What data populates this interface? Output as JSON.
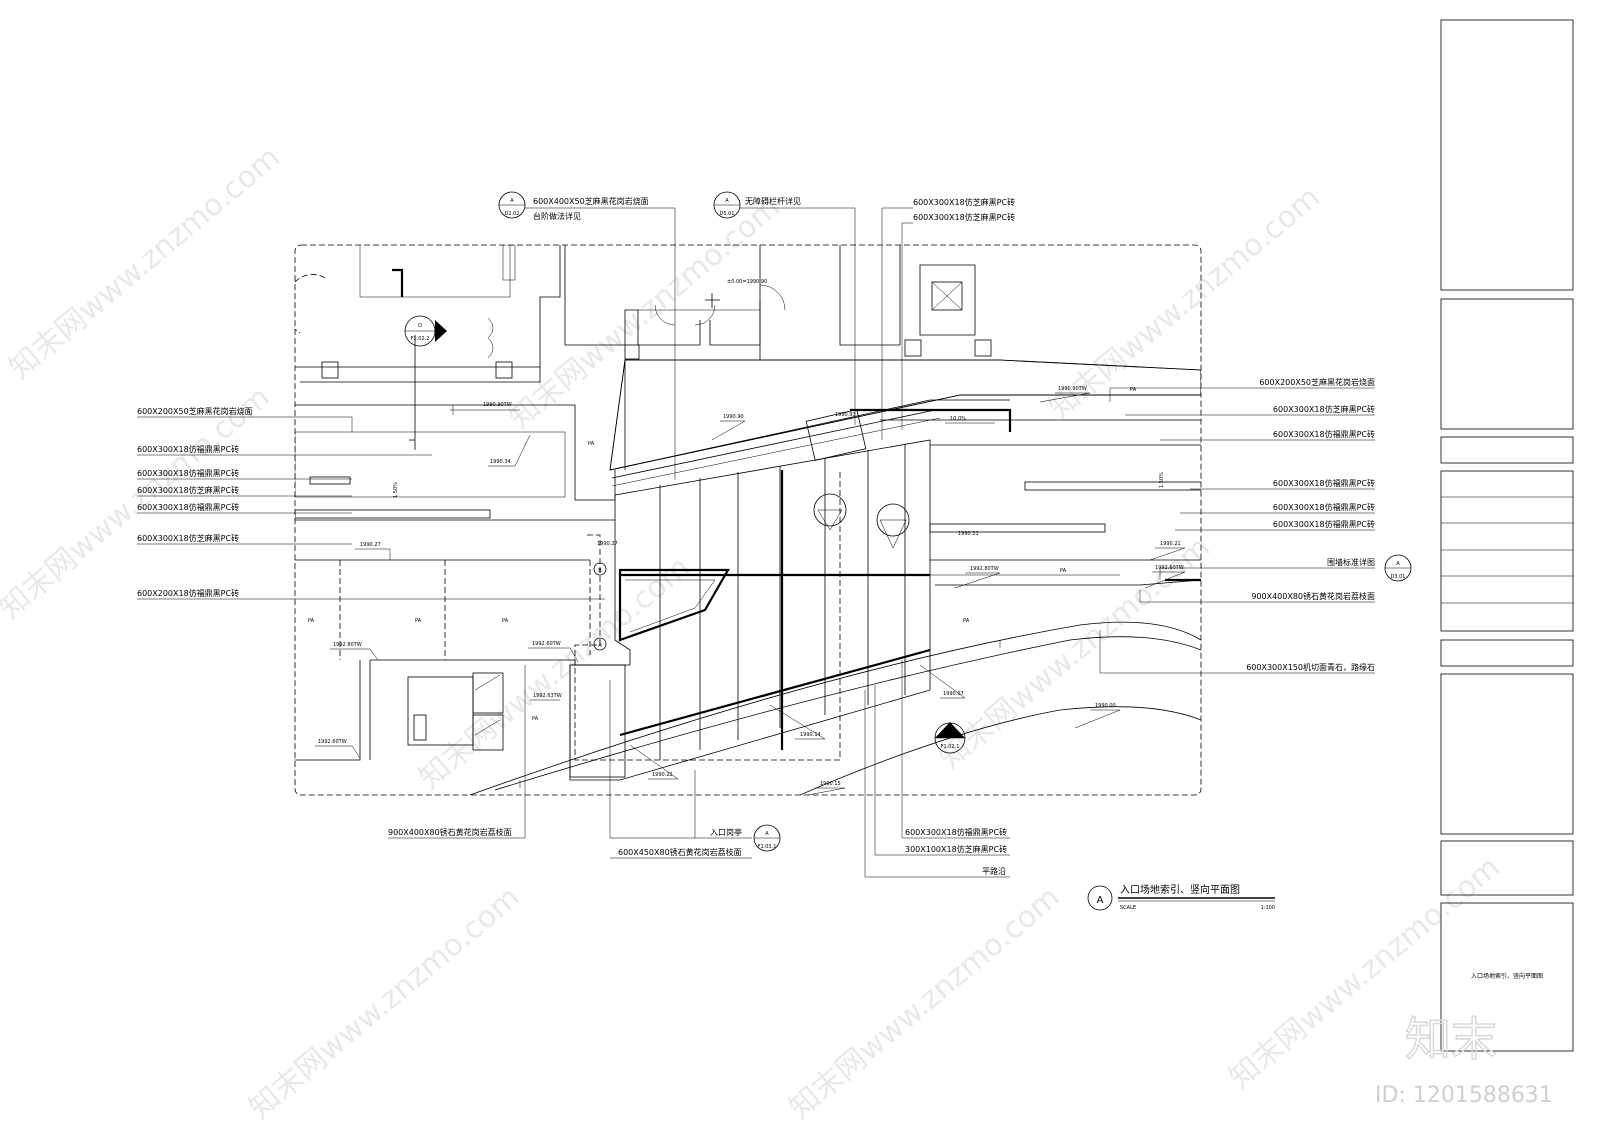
{
  "sheet": {
    "title": "入口场地索引、竖向平面图",
    "scale_label": "SCALE",
    "scale_value": "1:100",
    "symbol": "A",
    "title_block_name": "入口场地索引、竖向平面图"
  },
  "callouts_left": [
    "600X200X50芝麻黑花岗岩烧面",
    "600X300X18仿福鼎黑PC砖",
    "600X300X18仿福鼎黑PC砖",
    "600X300X18仿芝麻黑PC砖",
    "600X300X18仿福鼎黑PC砖",
    "600X300X18仿芝麻黑PC砖",
    "600X200X18仿福鼎黑PC砖"
  ],
  "callouts_right": [
    "600X200X50芝麻黑花岗岩烧面",
    "600X300X18仿芝麻黑PC砖",
    "600X300X18仿福鼎黑PC砖",
    "600X300X18仿福鼎黑PC砖",
    "600X300X18仿福鼎黑PC砖",
    "600X300X18仿福鼎黑PC砖",
    "围墙标准详图",
    "900X400X80锈石黄花岗岩荔枝面",
    "600X300X150机切面青石，路缘石"
  ],
  "callouts_top": {
    "step_material": "600X400X50芝麻黑花岗岩烧面",
    "step_ref": "台阶做法详见",
    "rail_ref": "无障碍栏杆详见",
    "pc1": "600X300X18仿芝麻黑PC砖",
    "pc2": "600X300X18仿芝麻黑PC砖"
  },
  "callouts_bottom": {
    "granite": "900X400X80锈石黄花岗岩荔枝面",
    "kiosk": "入口岗亭",
    "granite2": "600X450X80锈石黄花岗岩荔枝面",
    "pc_fd": "600X300X18仿福鼎黑PC砖",
    "pc_zm": "300X100X18仿芝麻黑PC砖",
    "curb": "平路沿"
  },
  "detail_refs": {
    "top1_letter": "A",
    "top1_sheet": "D2.02",
    "top2_letter": "A",
    "top2_sheet": "D5.01",
    "wall_letter": "A",
    "wall_sheet": "D3.01",
    "kiosk_letter": "A",
    "kiosk_sheet": "F1.03.1",
    "section_d_letter": "D",
    "section_d_sheet": "F1.02.2",
    "section_a_letter": "A",
    "section_a_sheet": "F1.02.1"
  },
  "elevations": {
    "datum": "±0.00=1990.90",
    "e1": "1990.90TW",
    "e2": "1990.34",
    "e3": "1990.27",
    "e4": "1992.80TW",
    "e5": "1992.60TW",
    "e6": "1992.63TW",
    "e7": "1992.60TW",
    "e8": "1990.27",
    "e9": "1990.90",
    "e10": "1990.93",
    "e11": "1990.90TW",
    "e12": "1990.21",
    "e13": "1992.80TW",
    "e14": "1992.60TW",
    "e15": "1990.21",
    "e16": "1990.07",
    "e17": "1990.14",
    "e18": "1990.22",
    "e19": "1990.15",
    "e20": "1990.00",
    "slope": "10.0%",
    "slope2": "1.50%",
    "slope3": "1.50%"
  },
  "area_labels": {
    "pa": "PA"
  },
  "axis_labels": {
    "a": "A",
    "b": "B"
  },
  "watermark": {
    "text": "知末网www.znzmo.com",
    "logo": "知末",
    "id": "ID: 1201588631"
  }
}
